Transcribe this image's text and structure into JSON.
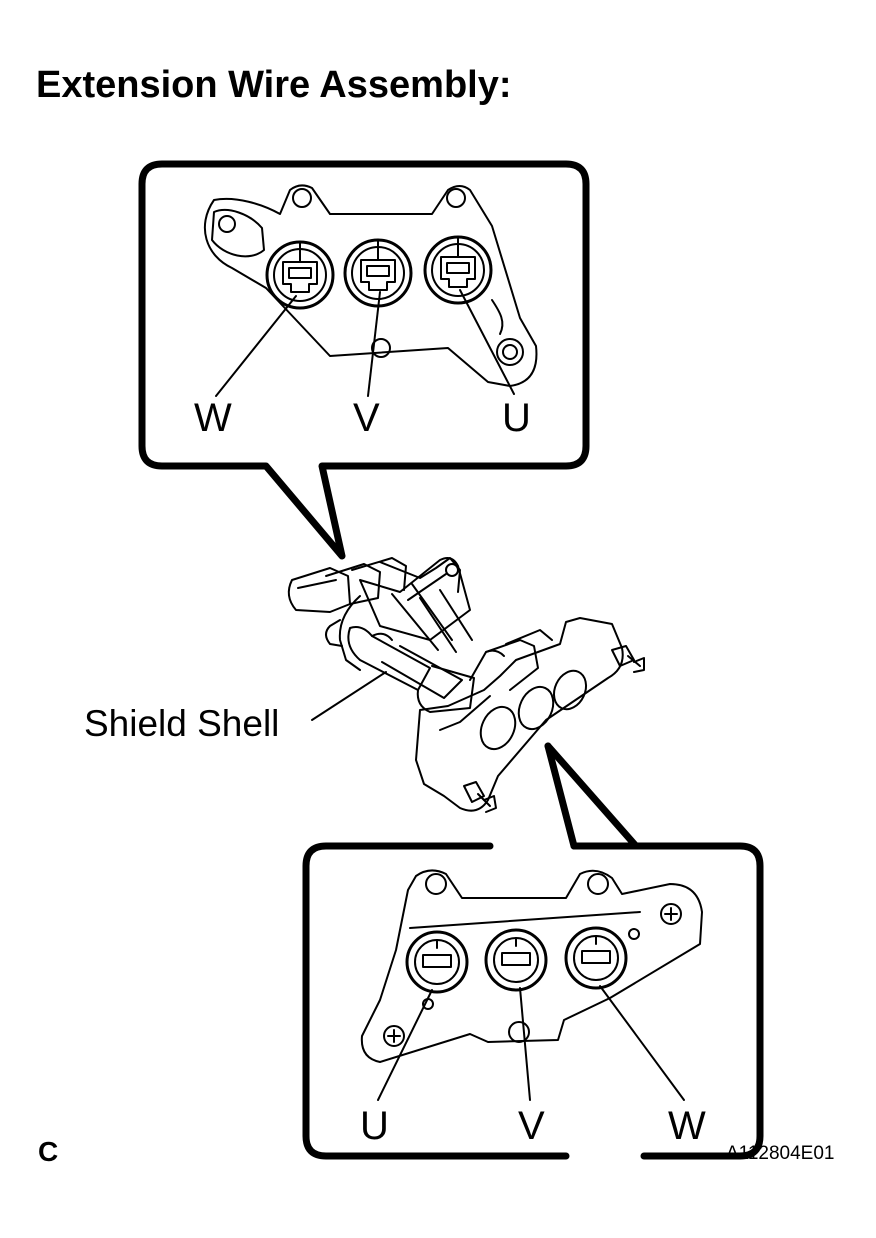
{
  "title": "Extension Wire Assembly:",
  "labels": {
    "top_w": "W",
    "top_v": "V",
    "top_u": "U",
    "shield_shell": "Shield Shell",
    "bottom_u": "U",
    "bottom_v": "V",
    "bottom_w": "W",
    "corner_code": "C",
    "figure_id": "A112804E01"
  }
}
